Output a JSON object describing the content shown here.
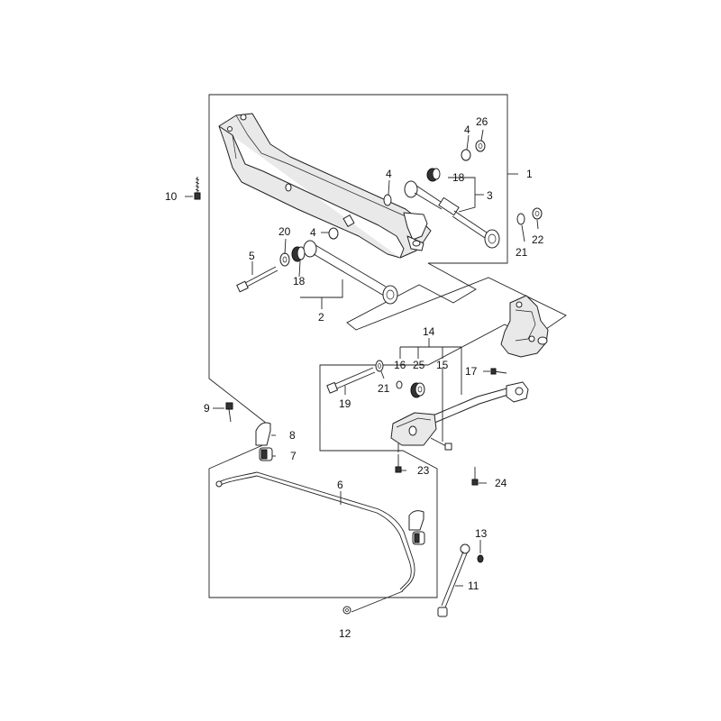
{
  "callouts": [
    {
      "id": "c1",
      "text": "1"
    },
    {
      "id": "c2",
      "text": "2"
    },
    {
      "id": "c3",
      "text": "3"
    },
    {
      "id": "c4a",
      "text": "4"
    },
    {
      "id": "c4b",
      "text": "4"
    },
    {
      "id": "c4c",
      "text": "4"
    },
    {
      "id": "c5",
      "text": "5"
    },
    {
      "id": "c6",
      "text": "6"
    },
    {
      "id": "c7",
      "text": "7"
    },
    {
      "id": "c8",
      "text": "8"
    },
    {
      "id": "c9",
      "text": "9"
    },
    {
      "id": "c10",
      "text": "10"
    },
    {
      "id": "c11",
      "text": "11"
    },
    {
      "id": "c12",
      "text": "12"
    },
    {
      "id": "c13",
      "text": "13"
    },
    {
      "id": "c14",
      "text": "14"
    },
    {
      "id": "c15",
      "text": "15"
    },
    {
      "id": "c16",
      "text": "16"
    },
    {
      "id": "c17",
      "text": "17"
    },
    {
      "id": "c18a",
      "text": "18"
    },
    {
      "id": "c18b",
      "text": "18"
    },
    {
      "id": "c19",
      "text": "19"
    },
    {
      "id": "c20",
      "text": "20"
    },
    {
      "id": "c21a",
      "text": "21"
    },
    {
      "id": "c21b",
      "text": "21"
    },
    {
      "id": "c22",
      "text": "22"
    },
    {
      "id": "c23",
      "text": "23"
    },
    {
      "id": "c24",
      "text": "24"
    },
    {
      "id": "c25",
      "text": "25"
    },
    {
      "id": "c26",
      "text": "26"
    }
  ]
}
